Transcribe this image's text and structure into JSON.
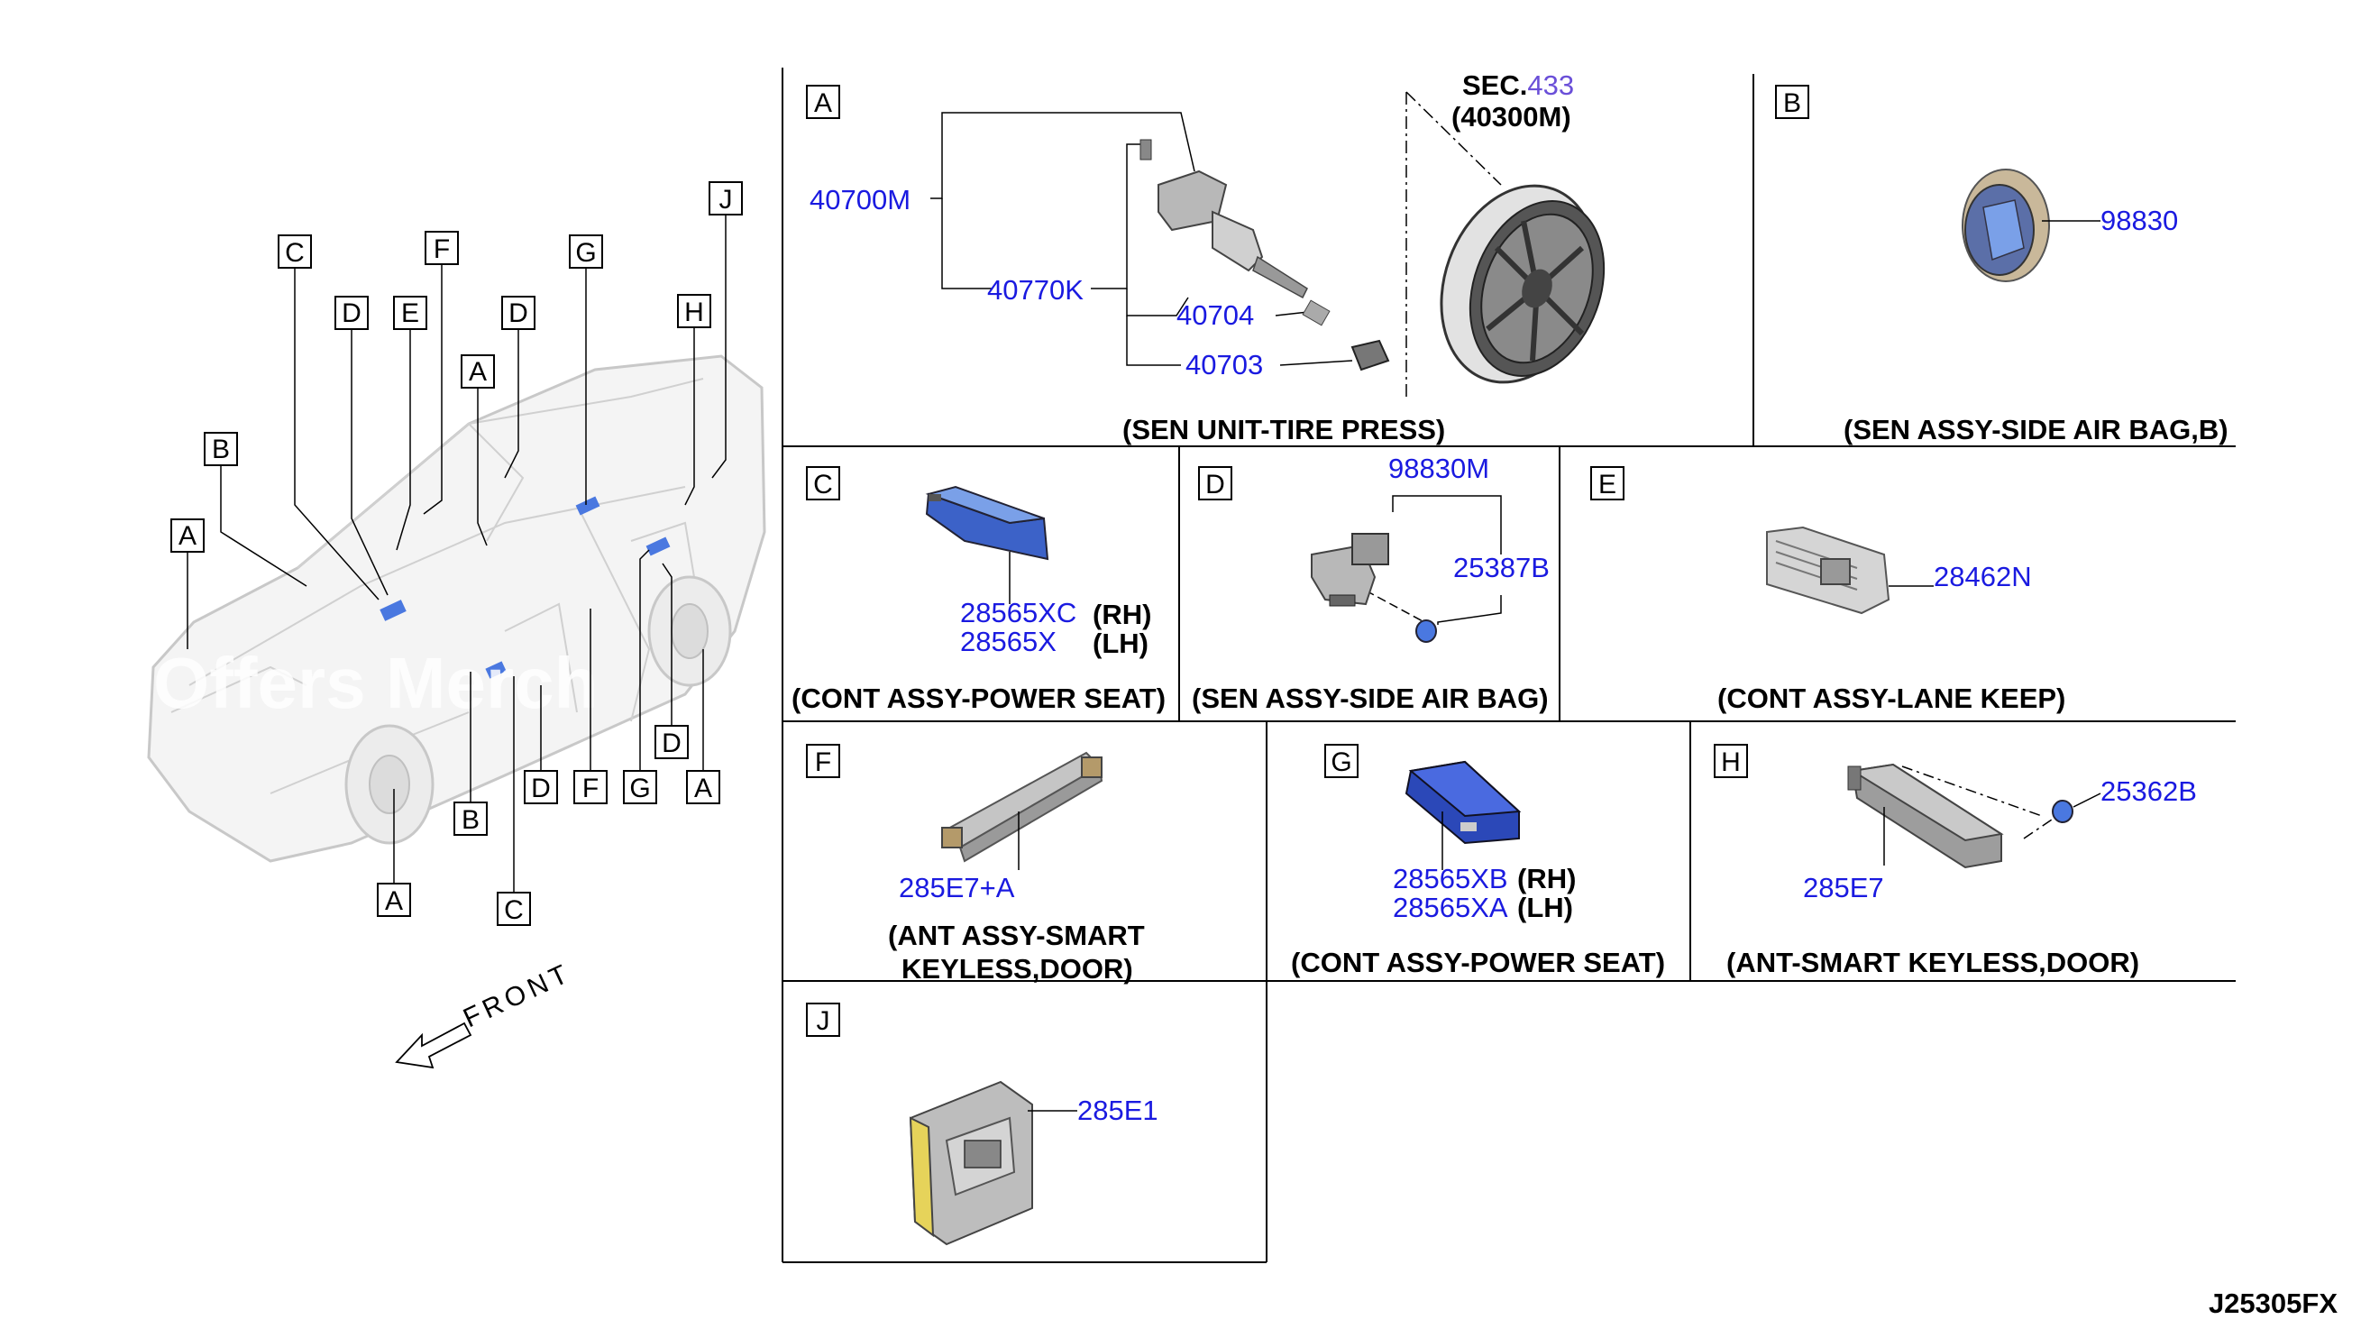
{
  "car_callouts": [
    "A",
    "B",
    "C",
    "D",
    "E",
    "F",
    "G",
    "H",
    "J"
  ],
  "front_label": "FRONT",
  "watermark": "Offers Merch",
  "diagram_id": "J25305FX",
  "panels": {
    "A": {
      "letter": "A",
      "ref_sec": "SEC.",
      "ref_sec_num": "433",
      "ref_part": "(40300M)",
      "parts": [
        "40700M",
        "40770K",
        "40704",
        "40703"
      ],
      "caption": "(SEN UNIT-TIRE PRESS)"
    },
    "B": {
      "letter": "B",
      "parts": [
        "98830"
      ],
      "caption": "(SEN ASSY-SIDE AIR BAG,B)"
    },
    "C": {
      "letter": "C",
      "parts": [
        "28565XC",
        "28565X"
      ],
      "sides": [
        "(RH)",
        "(LH)"
      ],
      "caption": "(CONT ASSY-POWER SEAT)"
    },
    "D": {
      "letter": "D",
      "parts": [
        "98830M",
        "25387B"
      ],
      "caption": "(SEN ASSY-SIDE AIR BAG)"
    },
    "E": {
      "letter": "E",
      "parts": [
        "28462N"
      ],
      "caption": "(CONT ASSY-LANE KEEP)"
    },
    "F": {
      "letter": "F",
      "parts": [
        "285E7+A"
      ],
      "caption_line1": "(ANT ASSY-SMART",
      "caption_line2": "KEYLESS,DOOR)"
    },
    "G": {
      "letter": "G",
      "parts": [
        "28565XB",
        "28565XA"
      ],
      "sides": [
        "(RH)",
        "(LH)"
      ],
      "caption": "(CONT ASSY-POWER SEAT)"
    },
    "H": {
      "letter": "H",
      "parts": [
        "25362B",
        "285E7"
      ],
      "caption": "(ANT-SMART KEYLESS,DOOR)"
    },
    "J": {
      "letter": "J",
      "parts": [
        "285E1"
      ]
    }
  },
  "colors": {
    "part_number": "#1a1ae0",
    "ref_num": "#6a4fd8",
    "line": "#000000",
    "component_blue": "#4a78e0"
  }
}
